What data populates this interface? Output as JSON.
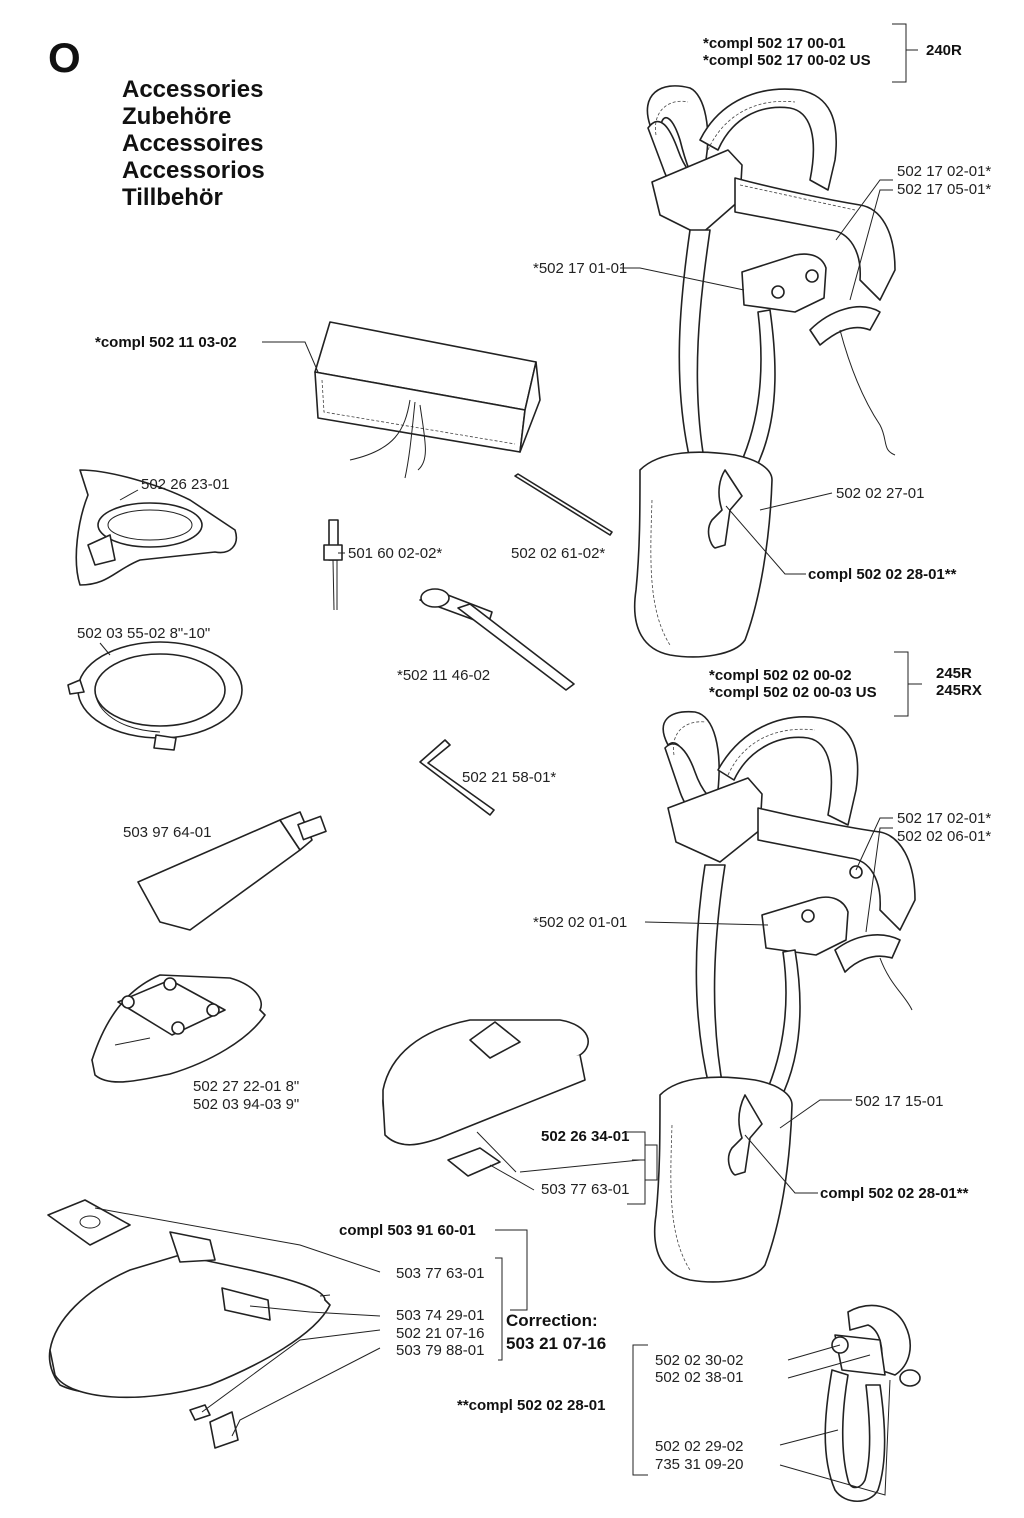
{
  "section": {
    "letter": "O",
    "titles": [
      "Accessories",
      "Zubehöre",
      "Accessoires",
      "Accessorios",
      "Tillbehör"
    ]
  },
  "harness_240": {
    "compl": [
      "*compl 502 17 00-01",
      "*compl 502 17 00-02 US"
    ],
    "model": "240R",
    "parts": {
      "p1": "502 17 02-01*",
      "p2": "502 17 05-01*",
      "p3": "*502 17 01-01",
      "p4": "502 02 27-01",
      "p5": "compl 502 02 28-01**"
    }
  },
  "harness_245": {
    "compl": [
      "*compl 502 02 00-02",
      "*compl 502 02 00-03 US"
    ],
    "models": [
      "245R",
      "245RX"
    ],
    "parts": {
      "p1": "502 17 02-01*",
      "p2": "502 02 06-01*",
      "p3": "*502 02 01-01",
      "p4": "502 17 15-01",
      "p5": "compl 502 02 28-01**"
    }
  },
  "accessories": {
    "bag": "*compl 502 11 03-02",
    "guard_adapter": "502 26 23-01",
    "tool_rod": "501 60 02-02*",
    "pin": "502 02 61-02*",
    "ring": "502 03 55-02 8\"-10\"",
    "wrench": "*502 11 46-02",
    "hex_key": "502 21 58-01*",
    "grease": "503 97 64-01",
    "guard_small": [
      "502 27 22-01 8\"",
      "502 03 94-03 9\""
    ],
    "guard_mid": {
      "compl": "502 26 34-01",
      "plate": "503 77 63-01"
    },
    "guard_large": {
      "compl": "compl 503 91 60-01",
      "parts": [
        "503 77 63-01",
        "503 74 29-01",
        "502 21 07-16",
        "503 79 88-01"
      ]
    },
    "correction": {
      "title": "Correction:",
      "value": "503 21 07-16"
    },
    "hook": {
      "compl": "**compl 502 02 28-01",
      "parts": [
        "502 02 30-02",
        "502 02 38-01",
        "502 02 29-02",
        "735 31 09-20"
      ]
    }
  }
}
